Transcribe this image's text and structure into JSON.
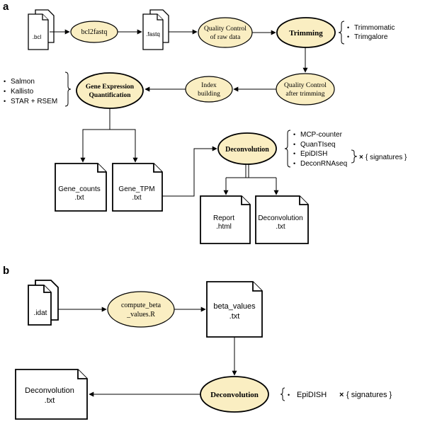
{
  "panel_a": {
    "label": "a",
    "files": {
      "bcl": ".bcl",
      "fastq": ".fastq",
      "gene_counts": [
        "Gene_counts",
        ".txt"
      ],
      "gene_tpm": [
        "Gene_TPM",
        ".txt"
      ],
      "report": [
        "Report",
        ".html"
      ],
      "deconvolution": [
        "Deconvolution",
        ".txt"
      ]
    },
    "steps": {
      "bcl2fastq": "bcl2fastq",
      "qc_raw": [
        "Quality Control",
        "of raw data"
      ],
      "trimming": "Trimming",
      "qc_after": [
        "Quality Control",
        "after trimming"
      ],
      "index_building": [
        "Index",
        "building"
      ],
      "gene_expression": [
        "Gene Expression",
        "Quantification"
      ],
      "deconvolution": "Deconvolution"
    },
    "trimming_tools": [
      "Trimmomatic",
      "Trimgalore"
    ],
    "quant_tools": [
      "Salmon",
      "Kallisto",
      "STAR + RSEM"
    ],
    "deconv_tools": [
      "MCP-counter",
      "QuanTIseq",
      "EpiDISH",
      "DeconRNAseq"
    ],
    "signatures": "{ signatures }",
    "times_symbol": "×"
  },
  "panel_b": {
    "label": "b",
    "files": {
      "idat": ".idat",
      "beta_values": [
        "beta_values",
        ".txt"
      ],
      "deconvolution": [
        "Deconvolution",
        ".txt"
      ]
    },
    "steps": {
      "compute_beta": [
        "compute_beta",
        "_values.R"
      ],
      "deconvolution": "Deconvolution"
    },
    "deconv_tools": [
      "EpiDISH"
    ],
    "signatures": "{ signatures }",
    "times_symbol": "×"
  },
  "bullet": "•"
}
